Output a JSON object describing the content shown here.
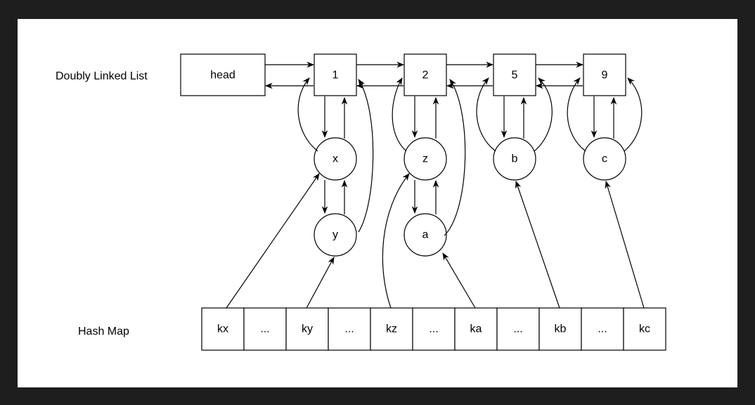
{
  "labels": {
    "list": "Doubly Linked List",
    "map": "Hash Map"
  },
  "list_nodes": [
    "head",
    "1",
    "2",
    "5",
    "9"
  ],
  "sub_nodes": {
    "1": [
      "x",
      "y"
    ],
    "2": [
      "z",
      "a"
    ],
    "5": [
      "b"
    ],
    "9": [
      "c"
    ]
  },
  "hash_cells": [
    "kx",
    "...",
    "ky",
    "...",
    "kz",
    "...",
    "ka",
    "...",
    "kb",
    "...",
    "kc"
  ],
  "colors": {
    "frame": "#1e1e1e",
    "canvas": "#ffffff",
    "stroke": "#000000"
  }
}
